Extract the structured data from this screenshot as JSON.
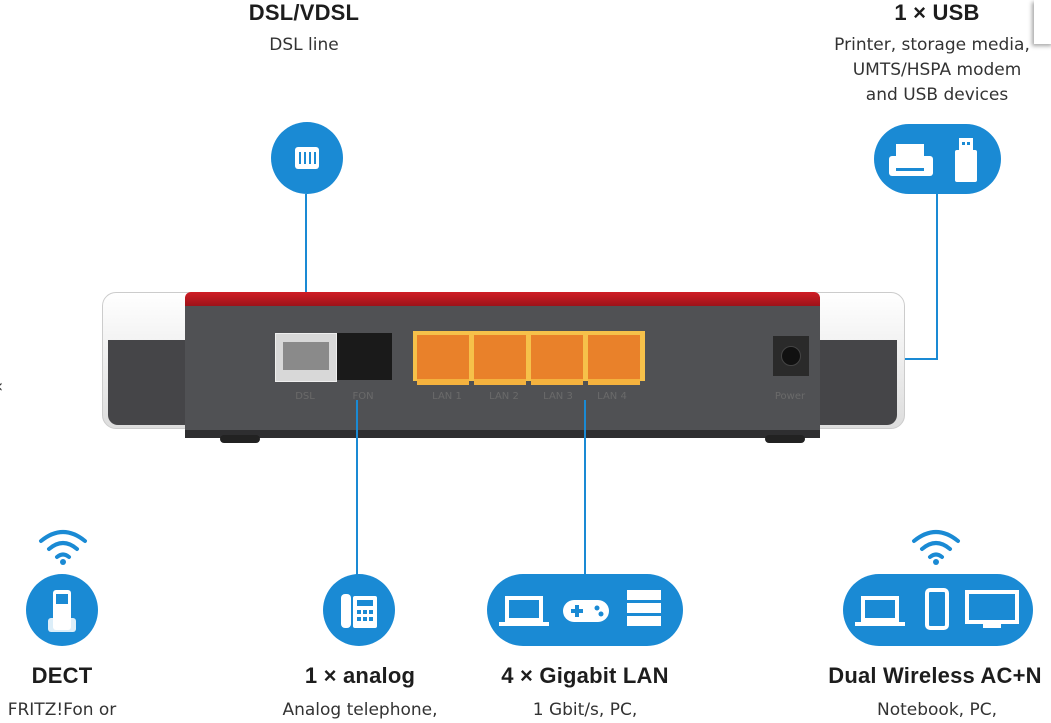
{
  "top": {
    "dsl": {
      "title": "DSL/VDSL",
      "sub": "DSL line",
      "icon": "dsl-port-icon"
    },
    "usb": {
      "title": "1 × USB",
      "sub": [
        "Printer, storage media,",
        "UMTS/HSPA modem",
        "and USB devices"
      ],
      "icons": [
        "printer-icon",
        "usb-stick-icon"
      ]
    }
  },
  "router": {
    "ports": [
      "DSL",
      "FON",
      "LAN 1",
      "LAN 2",
      "LAN 3",
      "LAN 4",
      "Power"
    ]
  },
  "bottom": [
    {
      "title": "DECT",
      "sub": "FRITZ!Fon or",
      "icons": [
        "wifi-icon",
        "cordless-phone-icon"
      ]
    },
    {
      "title": "1 × analog",
      "sub": "Analog telephone,",
      "icons": [
        "desk-phone-icon"
      ]
    },
    {
      "title": "4 × Gigabit LAN",
      "sub": "1 Gbit/s, PC,",
      "icons": [
        "laptop-icon",
        "gamepad-icon",
        "server-icon"
      ]
    },
    {
      "title": "Dual Wireless  AC+N",
      "sub": "Notebook, PC,",
      "icons": [
        "wifi-icon",
        "laptop-icon",
        "smartphone-icon",
        "monitor-icon"
      ]
    }
  ],
  "colors": {
    "accent": "#1a8ad4",
    "router_red": "#b0121b",
    "lan_orange": "#e9812a"
  }
}
